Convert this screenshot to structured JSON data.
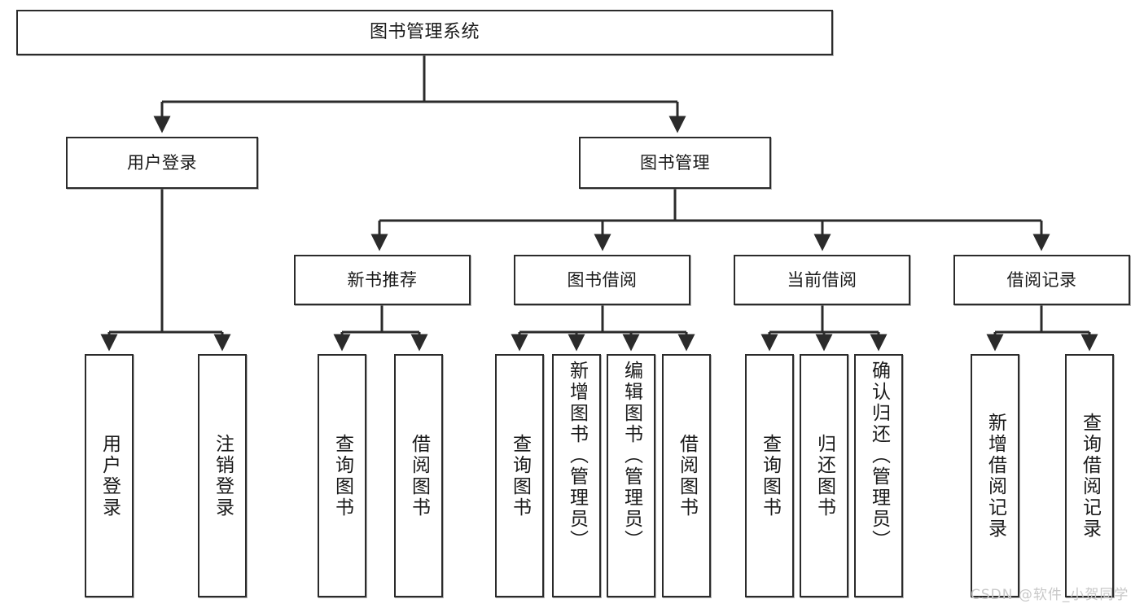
{
  "diagram": {
    "title": "图书管理系统",
    "type": "tree",
    "root": {
      "id": "root",
      "label": "图书管理系统"
    },
    "level2": [
      {
        "id": "user-login",
        "label": "用户登录"
      },
      {
        "id": "book-manage",
        "label": "图书管理"
      }
    ],
    "level3": [
      {
        "id": "new-book-rec",
        "label": "新书推荐"
      },
      {
        "id": "book-borrow",
        "label": "图书借阅"
      },
      {
        "id": "current-borrow",
        "label": "当前借阅"
      },
      {
        "id": "borrow-record",
        "label": "借阅记录"
      }
    ],
    "leaves": {
      "user-login": [
        {
          "id": "leaf-user-login",
          "label": "用户登录"
        },
        {
          "id": "leaf-user-logout",
          "label": "注销登录"
        }
      ],
      "new-book-rec": [
        {
          "id": "leaf-query-book-1",
          "label": "查询图书"
        },
        {
          "id": "leaf-borrow-book-1",
          "label": "借阅图书"
        }
      ],
      "book-borrow": [
        {
          "id": "leaf-query-book-2",
          "label": "查询图书"
        },
        {
          "id": "leaf-add-book",
          "label": "新增图书（管理员）"
        },
        {
          "id": "leaf-edit-book",
          "label": "编辑图书（管理员）"
        },
        {
          "id": "leaf-borrow-book-2",
          "label": "借阅图书"
        }
      ],
      "current-borrow": [
        {
          "id": "leaf-query-book-3",
          "label": "查询图书"
        },
        {
          "id": "leaf-return-book",
          "label": "归还图书"
        },
        {
          "id": "leaf-confirm-return",
          "label": "确认归还（管理员）"
        }
      ],
      "borrow-record": [
        {
          "id": "leaf-add-record",
          "label": "新增借阅记录"
        },
        {
          "id": "leaf-query-record",
          "label": "查询借阅记录"
        }
      ]
    }
  },
  "watermark": {
    "text": "CSDN @软件_小贺同学"
  },
  "colors": {
    "stroke": "#2b2b2b",
    "fill": "#ffffff",
    "text": "#1a1a1a",
    "watermark": "#c8c8c8"
  }
}
